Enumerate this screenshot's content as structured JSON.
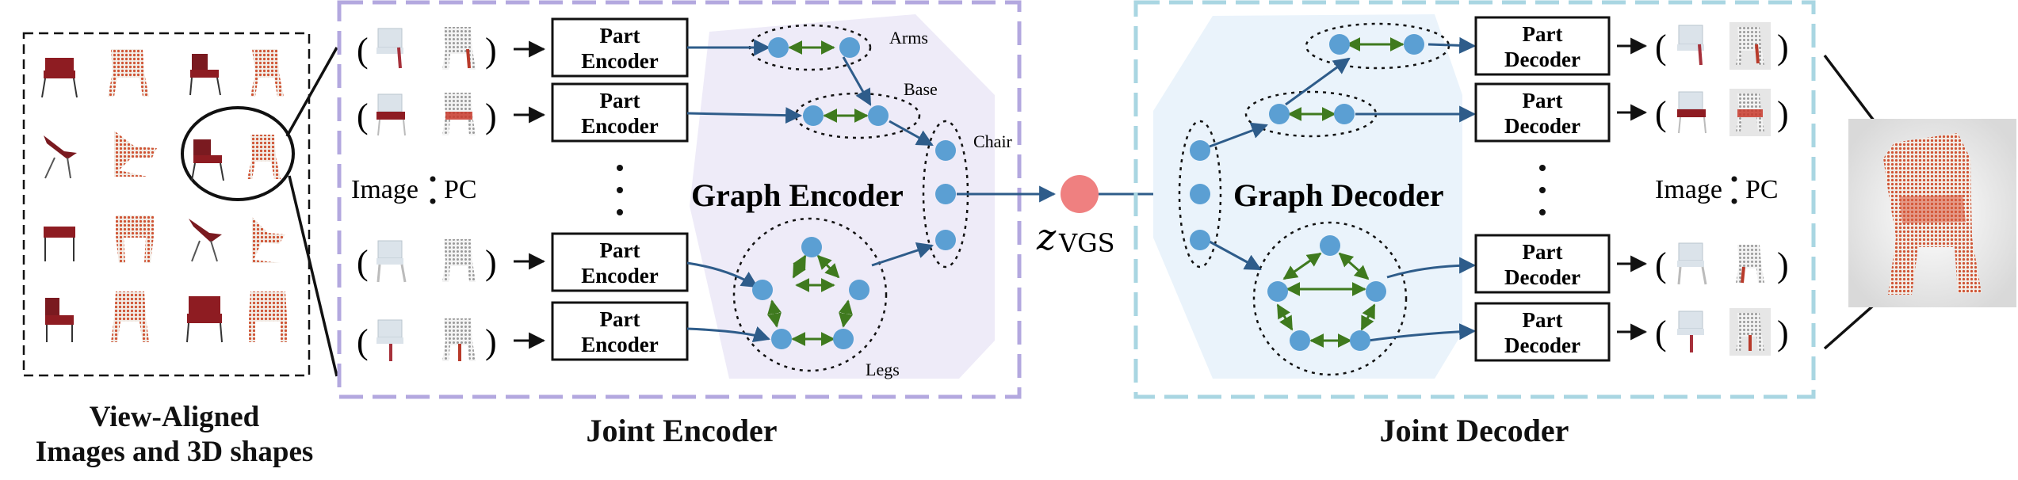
{
  "left_panel": {
    "caption_line1": "View-Aligned",
    "caption_line2": "Images and 3D shapes"
  },
  "encoder": {
    "part_label_line1": "Part",
    "part_label_line2": "Encoder",
    "graph_label": "Graph Encoder",
    "group_labels": {
      "arms": "Arms",
      "base": "Base",
      "chair": "Chair",
      "legs": "Legs"
    },
    "modality_image": "Image",
    "modality_pc": "PC",
    "caption": "Joint Encoder"
  },
  "decoder": {
    "part_label_line1": "Part",
    "part_label_line2": "Decoder",
    "graph_label": "Graph Decoder",
    "modality_image": "Image",
    "modality_pc": "PC",
    "caption": "Joint Decoder"
  },
  "latent": {
    "symbol": "z",
    "subscript": "VGS"
  },
  "colors": {
    "encoder_frame": "#b3a8df",
    "decoder_frame": "#a9d6e2",
    "encoder_graph_bg": "#eeebf8",
    "decoder_graph_bg": "#eaf3fb",
    "node": "#5b9fd3",
    "edge": "#2e5c8a",
    "green_edge": "#3f7a1e",
    "latent": "#ef8080",
    "chair_red": "#8e1c22",
    "pointcloud": "#d8583a"
  }
}
